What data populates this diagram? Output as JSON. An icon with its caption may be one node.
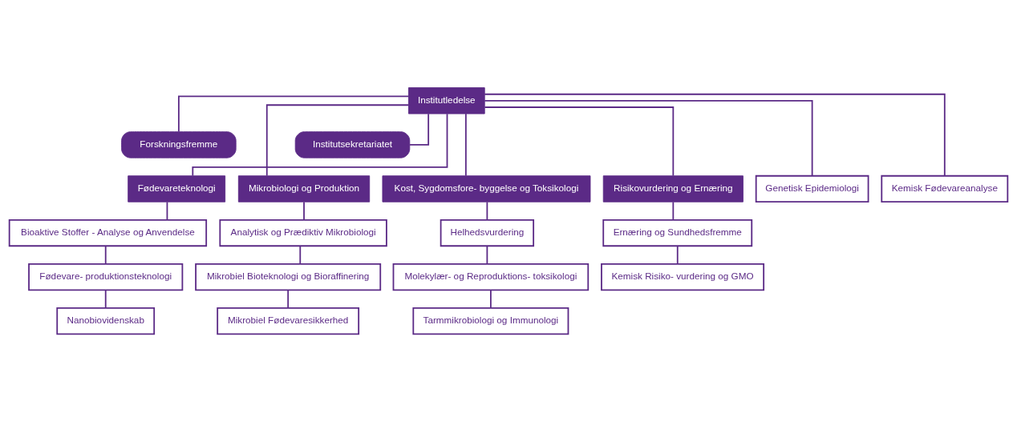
{
  "diagram": {
    "nodes": [
      {
        "text": [
          "Institutledelse"
        ]
      },
      {
        "text": [
          "Forskningsfremme"
        ]
      },
      {
        "text": [
          "Institutsekretariatet"
        ]
      },
      {
        "text": [
          "Fødevareteknologi"
        ]
      },
      {
        "text": [
          "Kost, Sygdomsfore- byggelse og Toksikologi"
        ]
      },
      {
        "text": [
          "Mikrobiologi og Produktion"
        ]
      },
      {
        "text": [
          "Risikovurdering og Ernæring"
        ]
      },
      {
        "text": [
          "Genetisk Epidemiologi"
        ]
      },
      {
        "text": [
          "Kemisk Fødevareanalyse"
        ]
      },
      {
        "text": [
          "Bioaktive Stoffer - Analyse og Anvendelse"
        ]
      },
      {
        "text": [
          "Fødevare- produktionsteknologi"
        ]
      },
      {
        "text": [
          "Nanobiovidenskab"
        ]
      },
      {
        "text": [
          "Helhedsvurdering"
        ]
      },
      {
        "text": [
          "Molekylær- og Reproduktions- toksikologi"
        ]
      },
      {
        "text": [
          "Tarmmikrobiologi og Immunologi"
        ]
      },
      {
        "text": [
          "Analytisk og Prædiktiv Mikrobiologi"
        ]
      },
      {
        "text": [
          "Mikrobiel Bioteknologi og Bioraffinering"
        ]
      },
      {
        "text": [
          "Mikrobiel Fødevaresikkerhed"
        ]
      },
      {
        "text": [
          "Ernæring og Sundhedsfremme"
        ]
      },
      {
        "text": [
          "Kemisk Risiko- vurdering og GMO"
        ]
      }
    ],
    "edges": [
      {
        "from": 0,
        "to": 1,
        "arrow": "none"
      },
      {
        "from": 0,
        "to": 2,
        "arrow": "none"
      },
      {
        "from": 0,
        "to": 3,
        "arrow": "none"
      },
      {
        "from": 0,
        "to": 4,
        "arrow": "none"
      },
      {
        "from": 0,
        "to": 5,
        "arrow": "none"
      },
      {
        "from": 0,
        "to": 6,
        "arrow": "none"
      },
      {
        "from": 0,
        "to": 7,
        "arrow": "none"
      },
      {
        "from": 0,
        "to": 8,
        "arrow": "none"
      },
      {
        "from": 3,
        "to": 9,
        "arrow": "none"
      },
      {
        "from": 9,
        "to": 10,
        "arrow": "none"
      },
      {
        "from": 10,
        "to": 11,
        "arrow": "none"
      },
      {
        "from": 4,
        "to": 12,
        "arrow": "none"
      },
      {
        "from": 12,
        "to": 13,
        "arrow": "none"
      },
      {
        "from": 13,
        "to": 14,
        "arrow": "none"
      },
      {
        "from": 5,
        "to": 15,
        "arrow": "none"
      },
      {
        "from": 15,
        "to": 16,
        "arrow": "none"
      },
      {
        "from": 16,
        "to": 17,
        "arrow": "none"
      },
      {
        "from": 6,
        "to": 18,
        "arrow": "none"
      },
      {
        "from": 18,
        "to": 19,
        "arrow": "none"
      }
    ]
  }
}
